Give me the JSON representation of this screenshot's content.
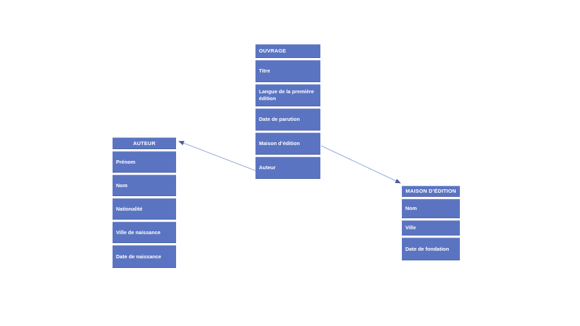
{
  "diagram": {
    "kind": "entity-relationship-diagram",
    "background_color": "#ffffff",
    "box_fill_color": "#5b74c2",
    "box_text_color": "#ffffff",
    "connector_line_color": "#9aabde",
    "connector_arrowhead_color": "#44599e"
  },
  "entities": {
    "ouvrage": {
      "title": "OUVRAGE",
      "attributes": [
        "Titre",
        "Langue de la première édition",
        "Date de parution",
        "Maison d’édition",
        "Auteur"
      ]
    },
    "auteur": {
      "title": "AUTEUR",
      "attributes": [
        "Prénom",
        "Nom",
        "Nationalité",
        "Ville de naissance",
        "Date de naissance"
      ]
    },
    "maison_edition": {
      "title": "MAISON D’ÉDITION",
      "attributes": [
        "Nom",
        "Ville",
        "Date de fondation"
      ]
    }
  },
  "connectors": [
    {
      "from": "OUVRAGE.Auteur",
      "to": "AUTEUR"
    },
    {
      "from": "OUVRAGE.Maison d’édition",
      "to": "MAISON D’ÉDITION"
    }
  ]
}
